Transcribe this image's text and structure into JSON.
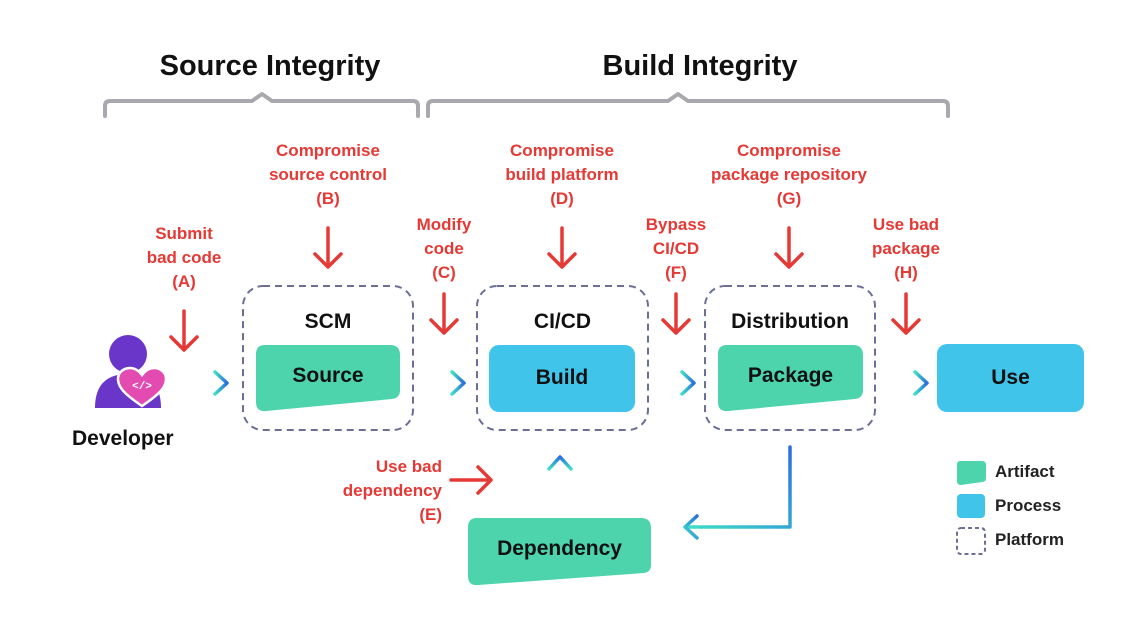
{
  "headings": {
    "source_integrity": "Source Integrity",
    "build_integrity": "Build Integrity"
  },
  "threats": {
    "a": {
      "line1": "Submit",
      "line2": "bad code",
      "line3": "(A)"
    },
    "b": {
      "line1": "Compromise",
      "line2": "source control",
      "line3": "(B)"
    },
    "c": {
      "line1": "Modify",
      "line2": "code",
      "line3": "(C)"
    },
    "d": {
      "line1": "Compromise",
      "line2": "build platform",
      "line3": "(D)"
    },
    "e": {
      "line1": "Use bad",
      "line2": "dependency",
      "line3": "(E)"
    },
    "f": {
      "line1": "Bypass",
      "line2": "CI/CD",
      "line3": "(F)"
    },
    "g": {
      "line1": "Compromise",
      "line2": "package repository",
      "line3": "(G)"
    },
    "h": {
      "line1": "Use bad",
      "line2": "package",
      "line3": "(H)"
    }
  },
  "platforms": {
    "scm": "SCM",
    "cicd": "CI/CD",
    "distribution": "Distribution"
  },
  "nodes": {
    "source": "Source",
    "build": "Build",
    "package": "Package",
    "use": "Use",
    "dependency": "Dependency",
    "developer": "Developer"
  },
  "legend": {
    "artifact": "Artifact",
    "process": "Process",
    "platform": "Platform"
  },
  "colors": {
    "artifact": "#4dd4ac",
    "process": "#40c4ea",
    "threat": "#e53935",
    "platform_border": "#6b6f96",
    "bracket": "#a8a8ae",
    "flow_start": "#3ee0c8",
    "flow_end": "#2a6de0",
    "developer_body": "#6a35c9",
    "developer_badge": "#e44bb0"
  }
}
